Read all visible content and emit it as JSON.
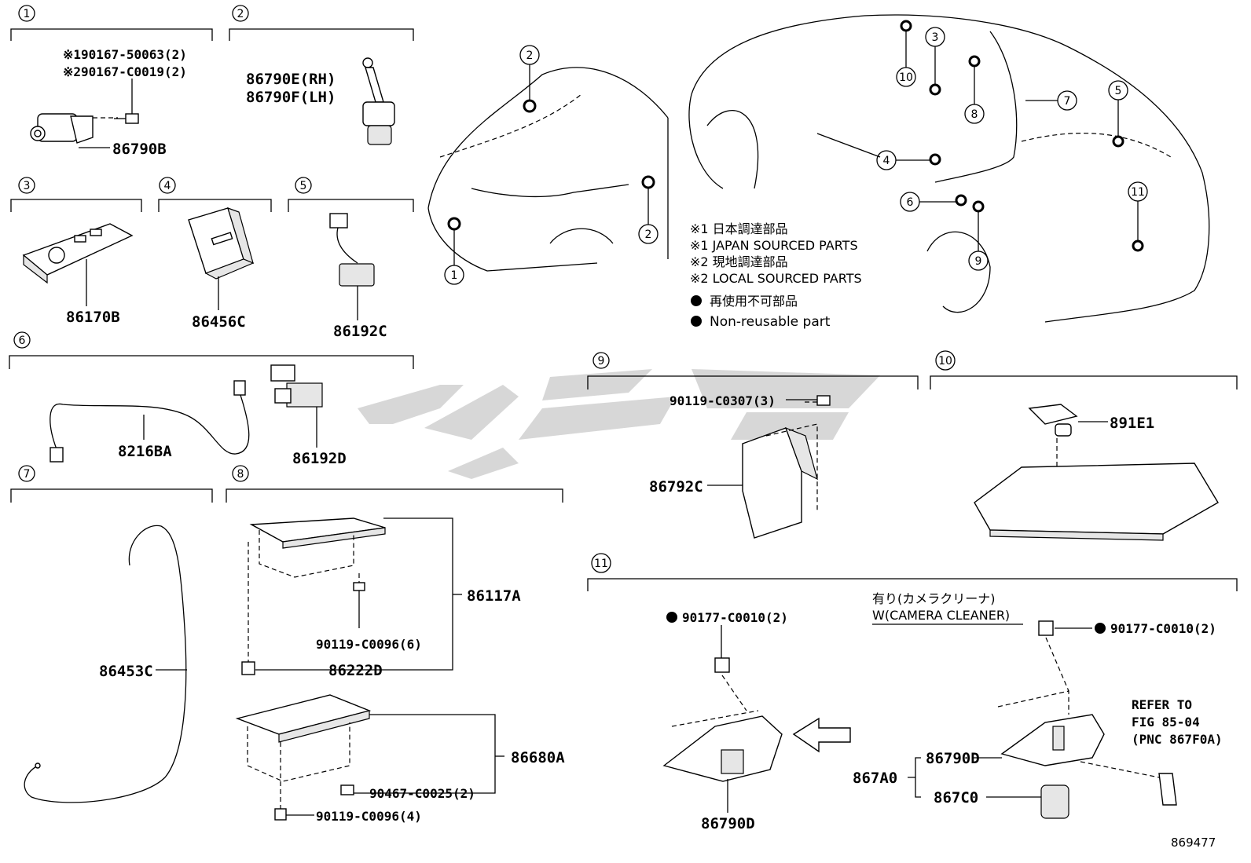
{
  "callouts": {
    "c1": "1",
    "c2": "2",
    "c3": "3",
    "c4": "4",
    "c5": "5",
    "c6": "6",
    "c7": "7",
    "c8": "8",
    "c9": "9",
    "c10": "10",
    "c11": "11"
  },
  "parts": {
    "p1_note1": "※190167-50063(2)",
    "p1_note2": "※290167-C0019(2)",
    "p1_main": "86790B",
    "p2_rh": "86790E(RH)",
    "p2_lh": "86790F(LH)",
    "p3": "86170B",
    "p4": "86456C",
    "p5": "86192C",
    "p6a": "8216BA",
    "p6b": "86192D",
    "p7": "86453C",
    "p8a": "86117A",
    "p8b": "90119-C0096(6)",
    "p8c": "86222D",
    "p8d": "86680A",
    "p8e": "90467-C0025(2)",
    "p8f": "90119-C0096(4)",
    "p9a": "90119-C0307(3)",
    "p9b": "86792C",
    "p10": "891E1",
    "p11a": "90177-C0010(2)",
    "p11b": "86790D",
    "p11c": "90177-C0010(2)",
    "p11d": "86790D",
    "p11e": "867A0",
    "p11f": "867C0"
  },
  "legend": {
    "l1": "※1 日本調達部品",
    "l2": "※1 JAPAN SOURCED PARTS",
    "l3": "※2 現地調達部品",
    "l4": "※2 LOCAL SOURCED PARTS",
    "l5": "再使用不可部品",
    "l6": "Non-reusable part"
  },
  "notes": {
    "cam1": "有り(カメラクリーナ)",
    "cam2": "W(CAMERA CLEANER)",
    "ref1": "REFER TO",
    "ref2": "FIG 85-04",
    "ref3": "(PNC 867F0A)",
    "fig": "869477"
  },
  "colors": {
    "line": "#000000",
    "watermark": "#c9c9c9"
  }
}
